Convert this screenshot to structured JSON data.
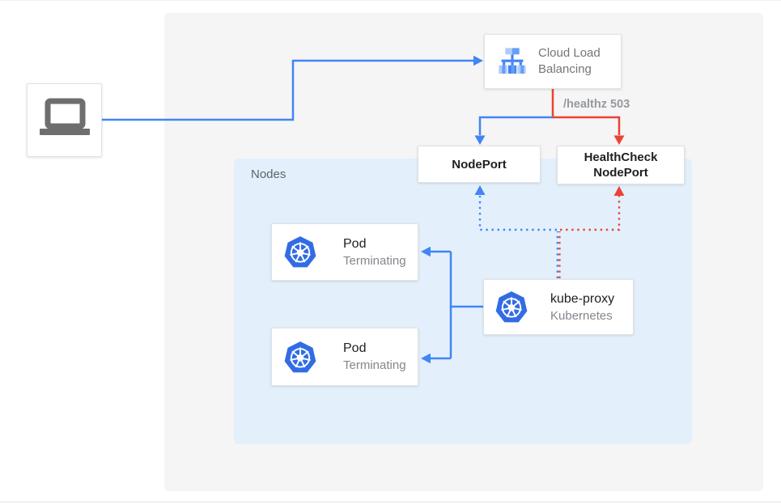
{
  "diagram": {
    "nodes_panel_label": "Nodes",
    "cloud_load_balancing": {
      "label": "Cloud Load Balancing"
    },
    "healthz_badge": "/healthz 503",
    "nodeport": {
      "label": "NodePort"
    },
    "healthcheck_nodeport": {
      "label": "HealthCheck NodePort"
    },
    "pods": [
      {
        "title": "Pod",
        "status": "Terminating"
      },
      {
        "title": "Pod",
        "status": "Terminating"
      }
    ],
    "kube_proxy": {
      "title": "kube-proxy",
      "subtitle": "Kubernetes"
    },
    "colors": {
      "flow_blue": "#4285f4",
      "flow_red": "#ea4335",
      "nodes_panel_bg": "#e3f0fc",
      "outer_panel_bg": "#f5f5f5",
      "kubernetes_blue": "#326ce5",
      "icon_gray": "#6e6e6e"
    }
  }
}
